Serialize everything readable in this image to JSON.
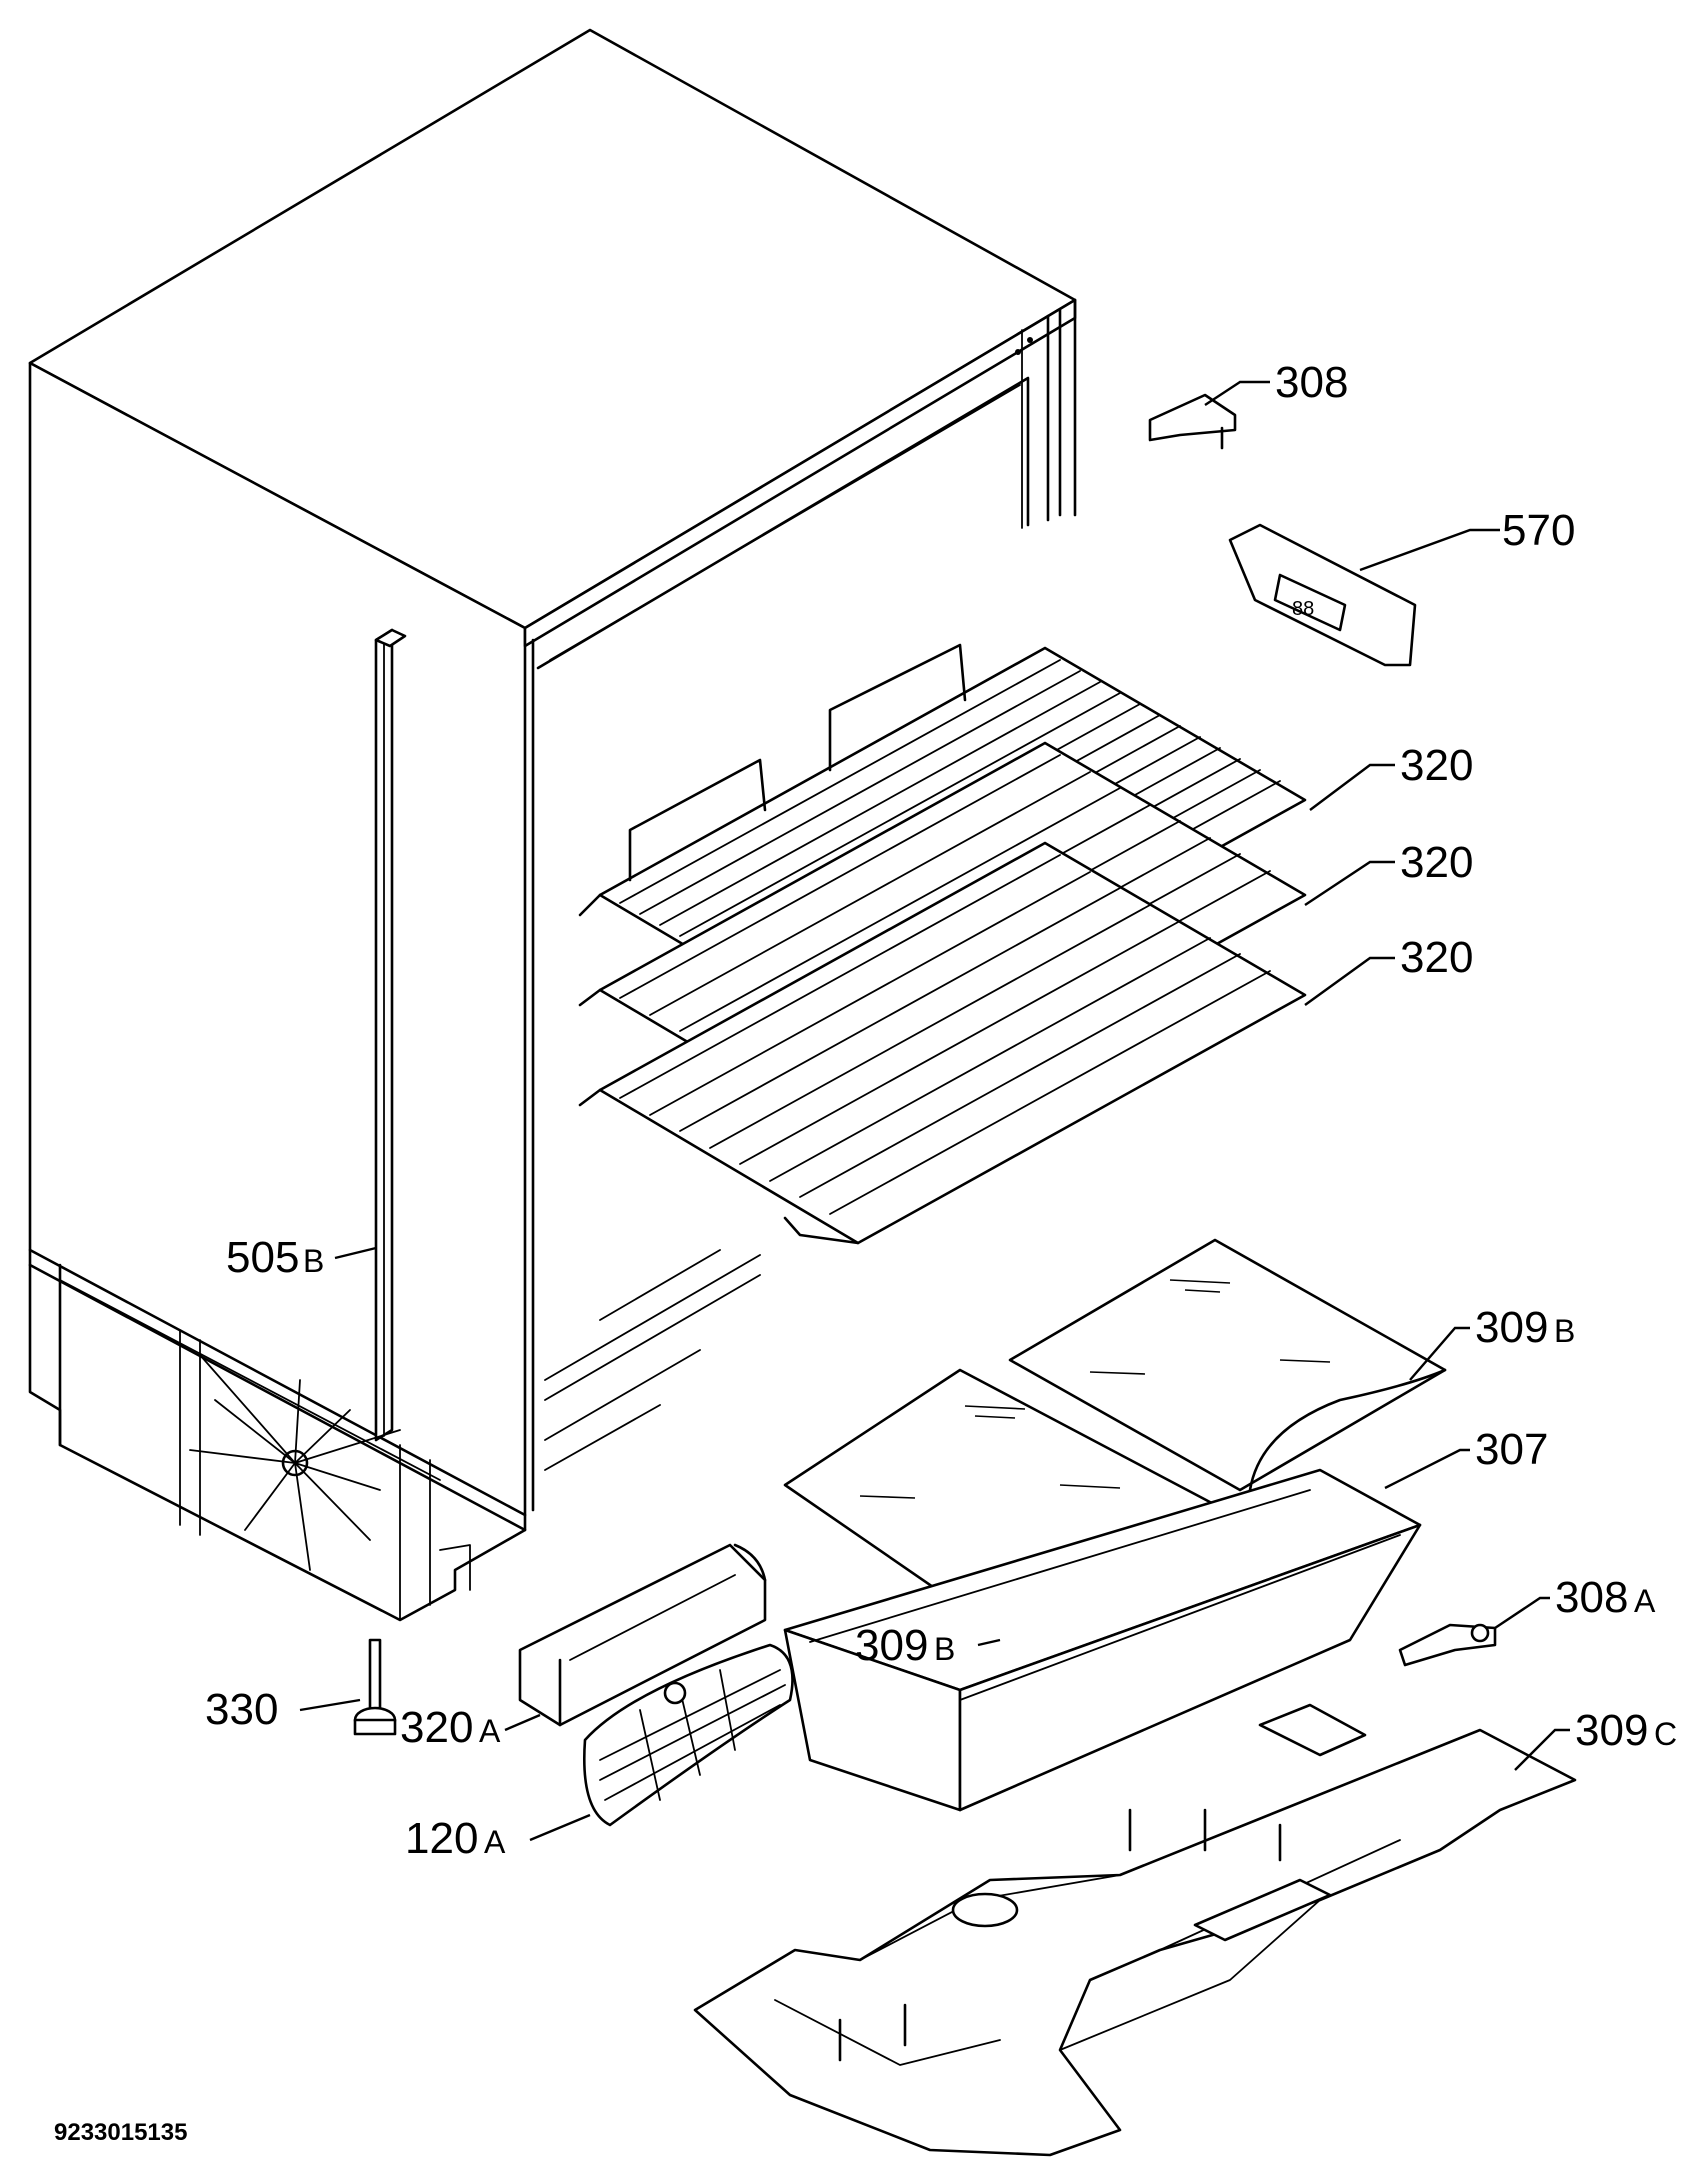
{
  "document_number": "9233015135",
  "callouts": [
    {
      "id": "308",
      "num": "308",
      "suffix": ""
    },
    {
      "id": "570",
      "num": "570",
      "suffix": ""
    },
    {
      "id": "320a",
      "num": "320",
      "suffix": ""
    },
    {
      "id": "320b",
      "num": "320",
      "suffix": ""
    },
    {
      "id": "320c",
      "num": "320",
      "suffix": ""
    },
    {
      "id": "505B",
      "num": "505",
      "suffix": "B"
    },
    {
      "id": "309B-top",
      "num": "309",
      "suffix": "B"
    },
    {
      "id": "307",
      "num": "307",
      "suffix": ""
    },
    {
      "id": "308A",
      "num": "308",
      "suffix": "A"
    },
    {
      "id": "309B-mid",
      "num": "309",
      "suffix": "B"
    },
    {
      "id": "330",
      "num": "330",
      "suffix": ""
    },
    {
      "id": "320A",
      "num": "320",
      "suffix": "A"
    },
    {
      "id": "309C",
      "num": "309",
      "suffix": "C"
    },
    {
      "id": "120A",
      "num": "120",
      "suffix": "A"
    }
  ]
}
